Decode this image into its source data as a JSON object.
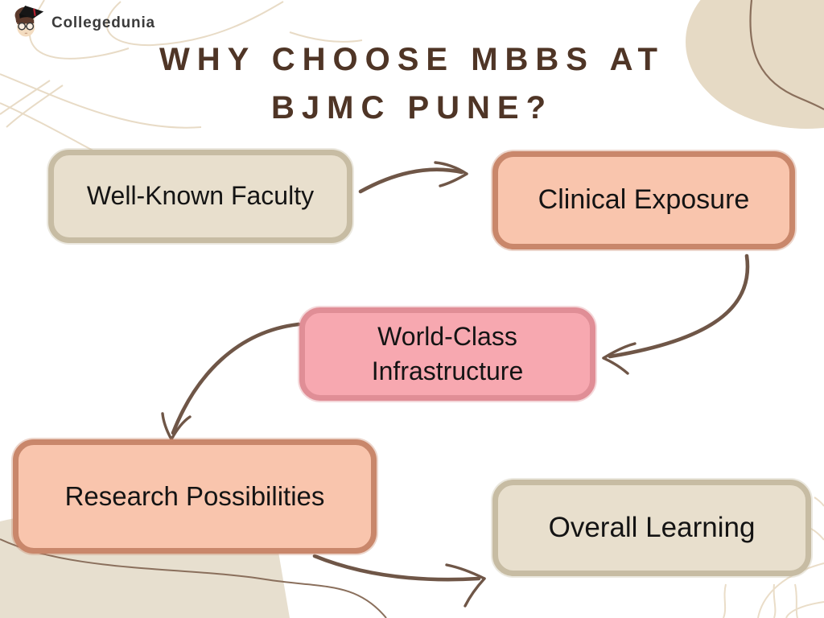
{
  "brand": {
    "name": "Collegedunia",
    "logo_icon": "graduate-face-icon"
  },
  "title": {
    "line1": "WHY CHOOSE MBBS AT",
    "line2": "BJMC PUNE?"
  },
  "nodes": [
    {
      "id": "well-known-faculty",
      "label": "Well-Known Faculty",
      "fill": "#E8DFCD",
      "border": "#C7BCA3"
    },
    {
      "id": "clinical-exposure",
      "label": "Clinical Exposure",
      "fill": "#F9C5AD",
      "border": "#C9876B"
    },
    {
      "id": "world-class-infrastructure",
      "label": "World-Class Infrastructure",
      "fill": "#F7A8B0",
      "border": "#E08E96"
    },
    {
      "id": "research-possibilities",
      "label": "Research Possibilities",
      "fill": "#F9C5AD",
      "border": "#C9876B"
    },
    {
      "id": "overall-learning",
      "label": "Overall Learning",
      "fill": "#E8DFCD",
      "border": "#C7BCA3"
    }
  ],
  "arrows": [
    {
      "from": "Well-Known Faculty",
      "to": "Clinical Exposure"
    },
    {
      "from": "Clinical Exposure",
      "to": "World-Class Infrastructure"
    },
    {
      "from": "World-Class Infrastructure",
      "to": "Research Possibilities"
    },
    {
      "from": "Research Possibilities",
      "to": "Overall Learning"
    }
  ],
  "colors": {
    "background": "#FFFFFF",
    "title_text": "#4F3526",
    "node_text": "#141414",
    "arrow": "#6F5647",
    "decor_line_light": "#E8DBC6",
    "decor_line_brown": "#8A6F5C",
    "decor_blob": "#E6DAC5"
  }
}
